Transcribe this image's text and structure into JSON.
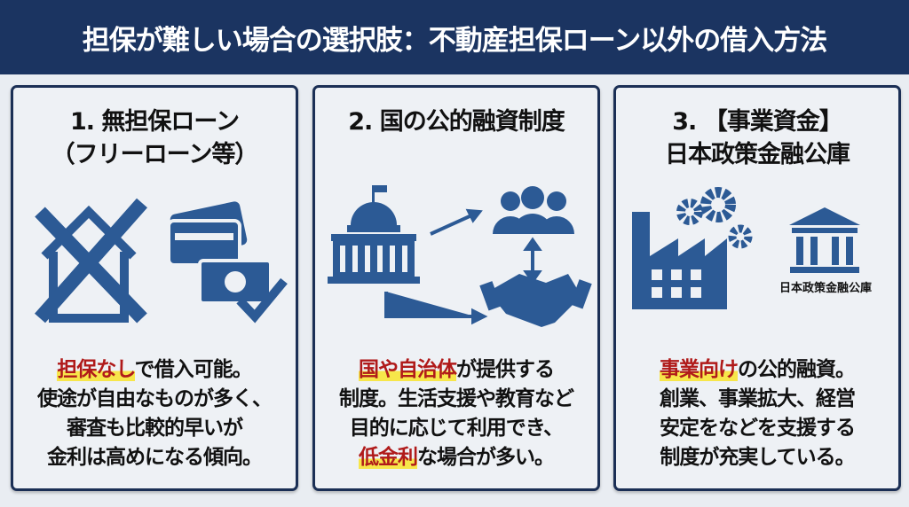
{
  "header": {
    "title": "担保が難しい場合の選択肢：不動産担保ローン以外の借入方法"
  },
  "panels": [
    {
      "title_line1": "1. 無担保ローン",
      "title_line2": "（フリーローン等）",
      "body": {
        "highlight": "担保なし",
        "line1_rest": "で借入可能。",
        "line2": "使途が自由なものが多く、",
        "line3": "審査も比較的早いが",
        "line4": "金利は高めになる傾向。"
      }
    },
    {
      "title_line1": "2. 国の公的融資制度",
      "body": {
        "highlight": "国や自治体",
        "line1_rest": "が提供する",
        "line2": "制度。生活支援や教育など",
        "line3": "目的に応じて利用でき、",
        "highlight2": "低金利",
        "line4_rest": "な場合が多い。"
      }
    },
    {
      "title_line1": "3. 【事業資金】",
      "title_line2": "日本政策金融公庫",
      "icon_label": "日本政策金融公庫",
      "body": {
        "highlight": "事業向け",
        "line1_rest": "の公的融資。",
        "line2": "創業、事業拡大、経営",
        "line3": "安定をなどを支援する",
        "line4": "制度が充実している。"
      }
    }
  ],
  "colors": {
    "navy": "#1b3461",
    "icon_blue": "#2c5a95",
    "highlight_red": "#b01a1a",
    "highlight_yellow": "#f7e64a"
  }
}
